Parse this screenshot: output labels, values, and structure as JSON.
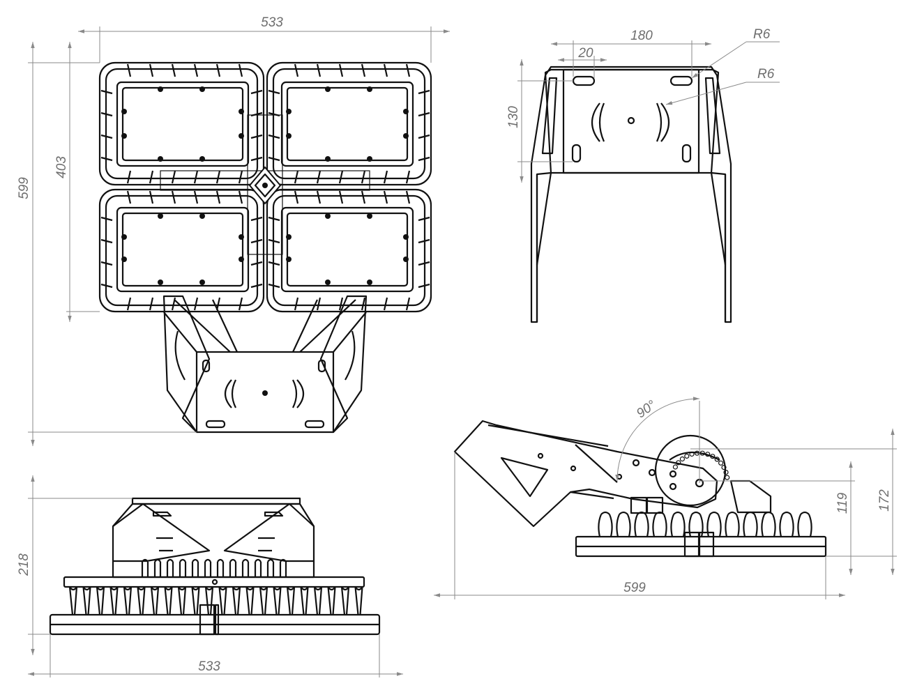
{
  "views": {
    "front": {
      "width_dim": "533",
      "total_height_dim": "599",
      "head_height_dim": "403"
    },
    "bracket": {
      "width_dim": "180",
      "slot_offset_dim": "20",
      "height_dim": "130",
      "radius_dim_1": "R6",
      "radius_dim_2": "R6"
    },
    "bottom": {
      "width_dim": "533",
      "height_dim": "218"
    },
    "side": {
      "length_dim": "599",
      "angle_dim": "90°",
      "height_dim_1": "119",
      "height_dim_2": "172"
    }
  }
}
